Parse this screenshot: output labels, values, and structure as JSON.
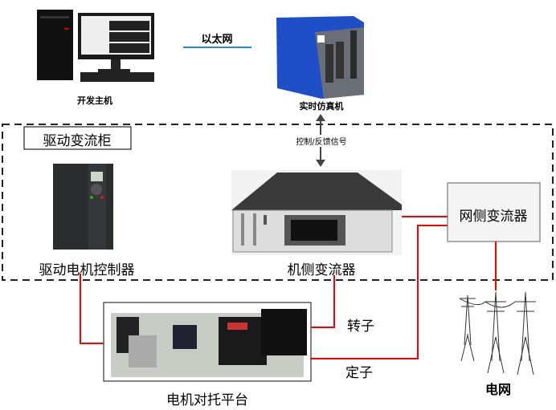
{
  "nodes": {
    "dev_host": "开发主机",
    "ethernet": "以太网",
    "rt_sim": "实时仿真机",
    "signal": "控制/反馈信号",
    "cabinet": "驱动变流柜",
    "drive_ctrl": "驱动电机控制器",
    "machine_conv": "机侧变流器",
    "grid_conv": "网侧变流器",
    "rotor": "转子",
    "stator": "定子",
    "platform": "电机对托平台",
    "grid": "电网"
  },
  "colors": {
    "power_line": "#ff0000",
    "ethernet_line": "#2e86c1",
    "sim_blue": "#1f4fc8"
  }
}
